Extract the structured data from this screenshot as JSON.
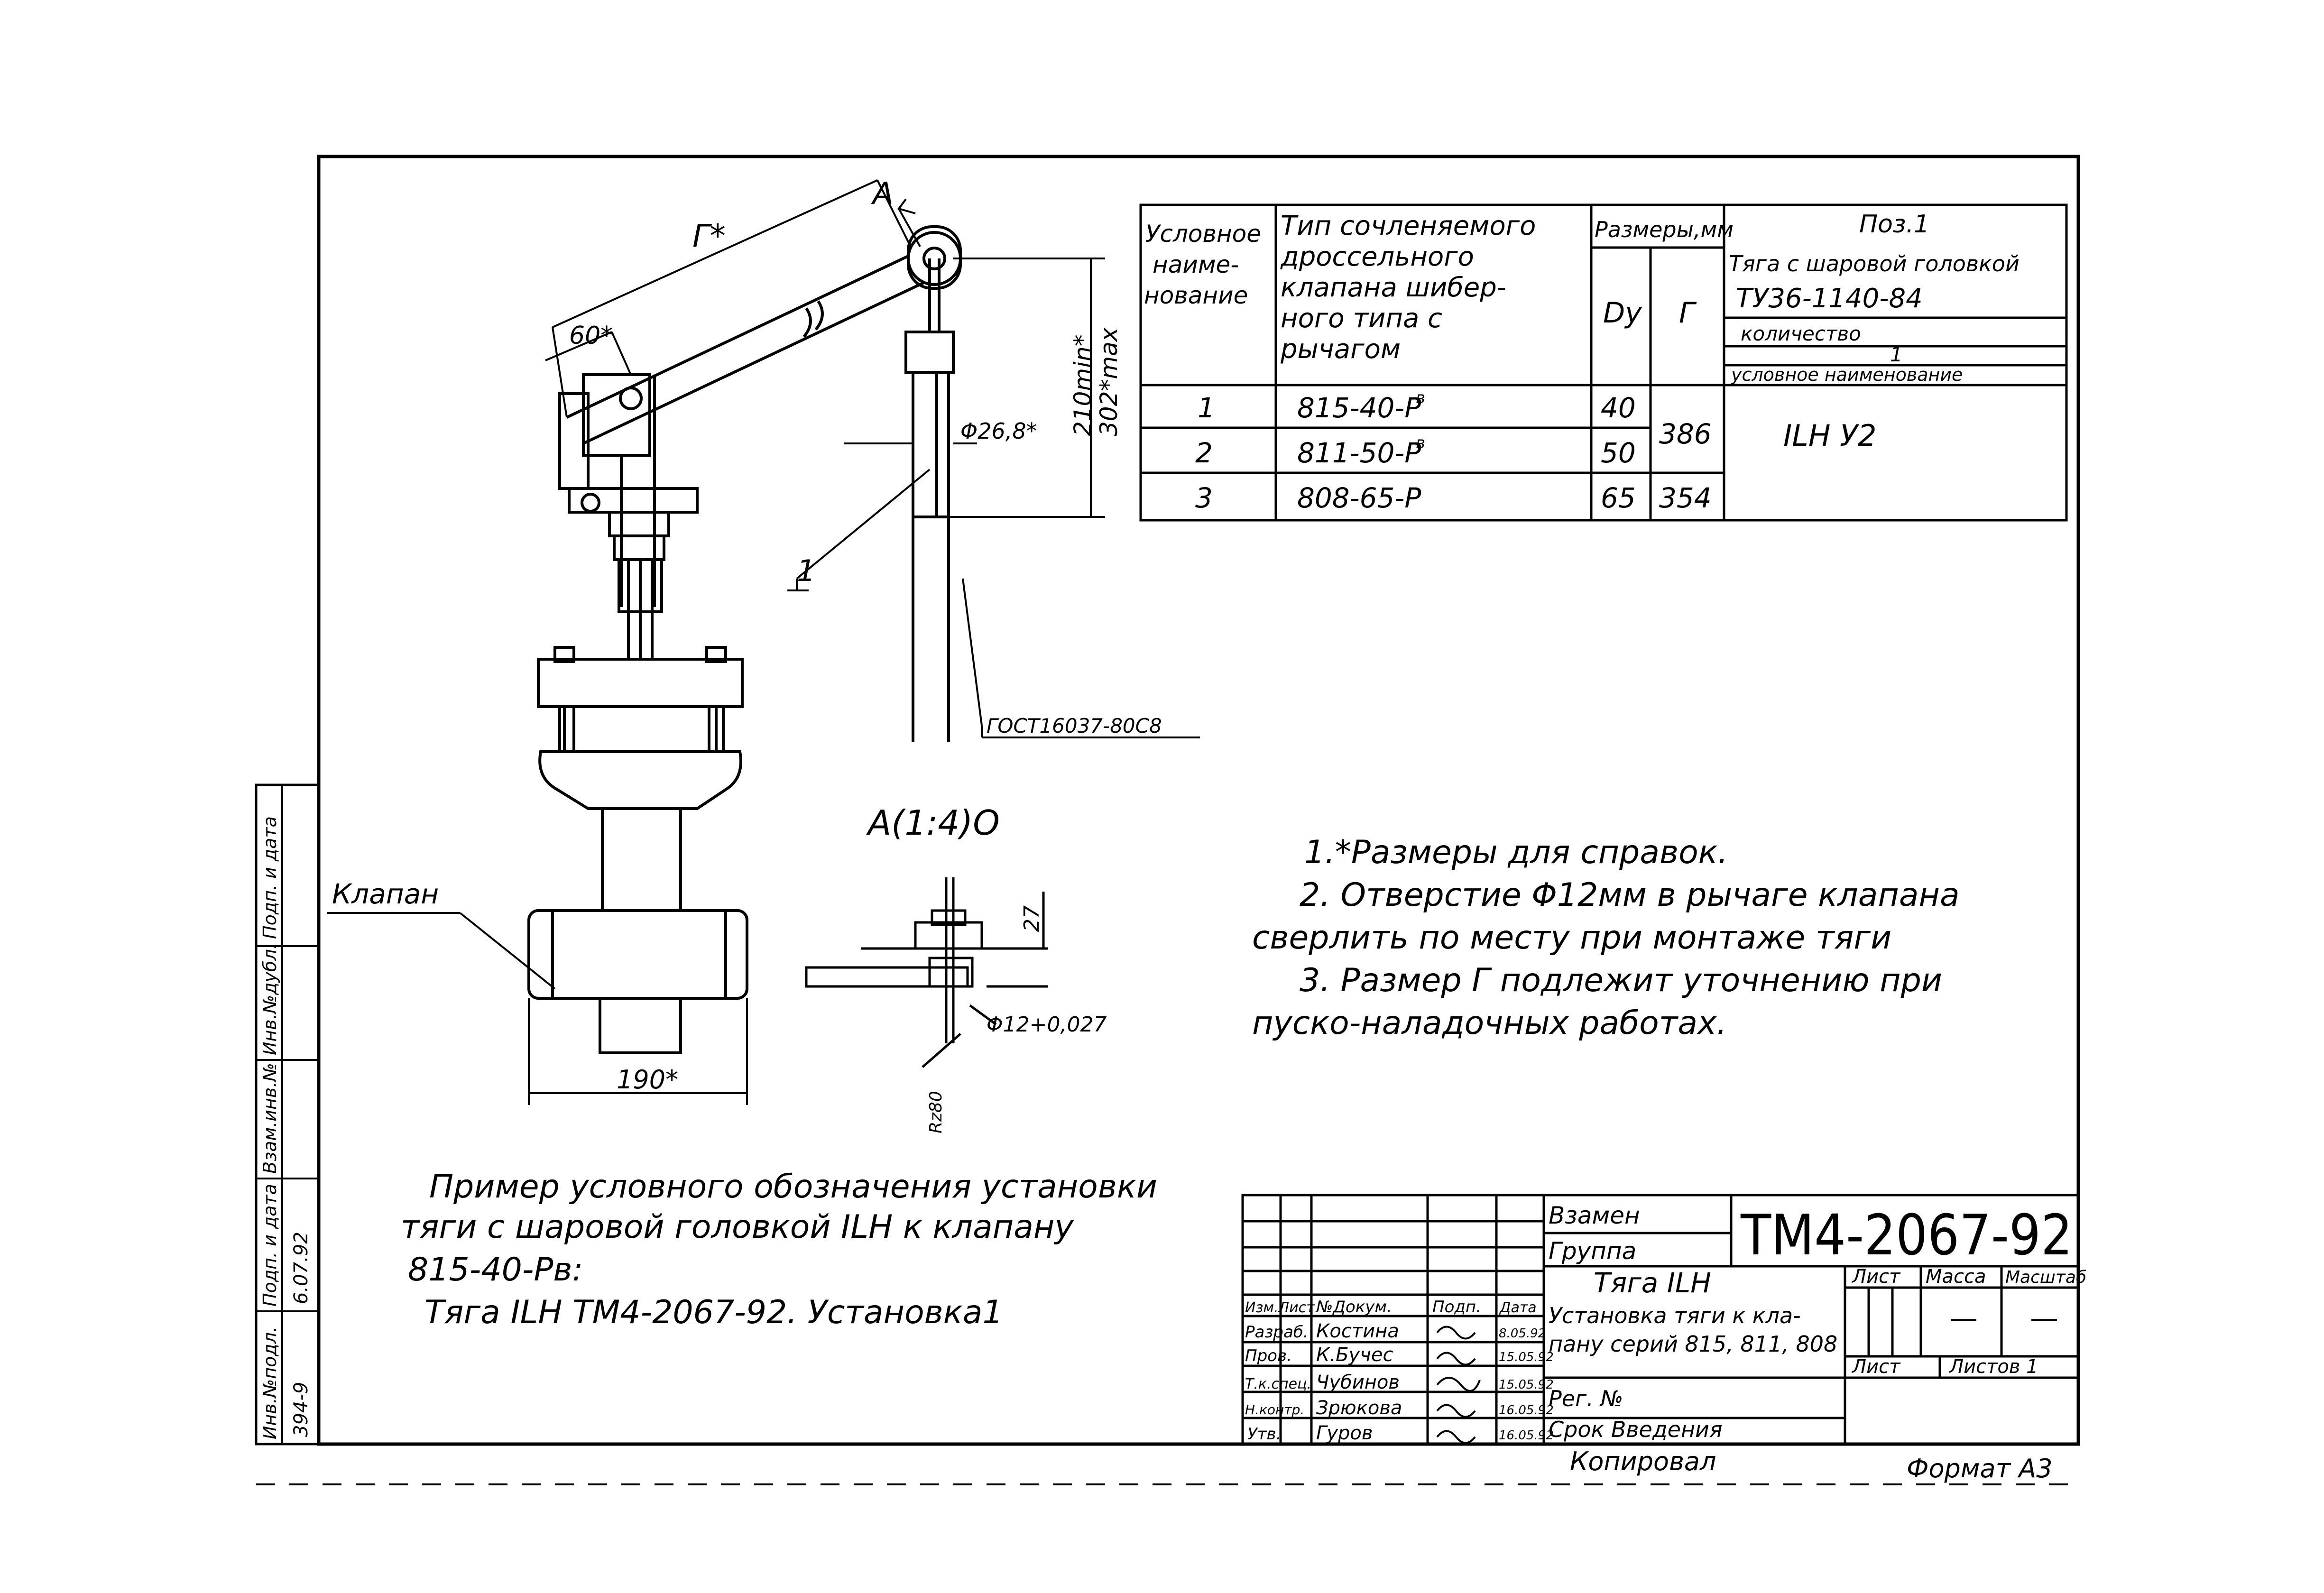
{
  "spec_table": {
    "headers": {
      "name": "Условное наиме-нование",
      "type": "Тип сочленяемого дроссельного клапана шибер-ного типа с рычагом",
      "sizes": "Размеры,мм",
      "dy": "Dy",
      "g": "Г",
      "pos": "Поз.1",
      "item_name": "Тяга с шаровой головкой",
      "item_spec": "ТУ36-1140-84",
      "qty_label": "количество",
      "qty_value": "1",
      "cond_label": "условное наименование",
      "cond_value": "ILH У2"
    },
    "rows": [
      {
        "n": "1",
        "type": "815-40-Р",
        "sup": "в",
        "dy": "40"
      },
      {
        "n": "2",
        "type": "811-50-Р",
        "sup": "в",
        "dy": "50"
      },
      {
        "n": "3",
        "type": "808-65-Р",
        "sup": "",
        "dy": "65"
      }
    ],
    "g_merged": "386",
    "g_row3": "354"
  },
  "drawing_labels": {
    "g_star": "Г*",
    "arrow_a": "А",
    "angle_60": "60*",
    "dim_210": "210min*",
    "dim_302": "302*max",
    "dia_268": "Φ26,8*",
    "pos_1": "1",
    "gost": "ГОСТ16037-80С8",
    "klapan": "Клапан",
    "dim_190": "190*",
    "view_a": "А(1:4)О",
    "dim_27": "27",
    "dia_12": "Φ12+0,027",
    "weld": "Rz80"
  },
  "notes": [
    "1.*Размеры для справок.",
    "2. Отверстие Φ12мм в рычаге клапана",
    "сверлить по месту при монтаже тяги",
    "3. Размер Г подлежит уточнению при",
    "пуско-наладочных работах."
  ],
  "example": [
    "Пример условного обозначения установки",
    "тяги с шаровой головкой ILH к клапану",
    "815-40-Рв:",
    "Тяга ILH ТМ4-2067-92. Установка1"
  ],
  "title_block": {
    "vzamen": "Взамен",
    "gruppa": "Группа",
    "code": "ТМ4-2067-92",
    "title_1": "Тяга ILH",
    "title_2": "Установка тяги к кла-",
    "title_3": "пану серий 815, 811, 808",
    "list": "Лист",
    "massa": "Масса",
    "masshtab": "Масштаб",
    "dash": "—",
    "list2": "Лист",
    "listov": "Листов 1",
    "reg": "Рег. №",
    "srok": "Срок Введения",
    "kopiroval": "Копировал",
    "format": "Формат А3",
    "stamp_rows": [
      {
        "role": "Изм.Лист",
        "name": "№Докум.",
        "sign": "Подп.",
        "date": "Дата"
      },
      {
        "role": "Разраб.",
        "name": "Костина",
        "sign": "",
        "date": "8.05.92"
      },
      {
        "role": "Пров.",
        "name": "К.Бучес",
        "sign": "",
        "date": "15.05.92"
      },
      {
        "role": "Т.к.спец.",
        "name": "Чубинов",
        "sign": "",
        "date": "15.05.92"
      },
      {
        "role": "Н.контр.",
        "name": "Зрюкова",
        "sign": "",
        "date": "16.05.92"
      },
      {
        "role": "Утв.",
        "name": "Гуров",
        "sign": "",
        "date": "16.05.92"
      }
    ]
  },
  "side_strip": {
    "labels": [
      "Подп. и дата",
      "Инв.№дубл.",
      "Взам.инв.№",
      "Подп. и дата",
      "Инв.№подл."
    ],
    "values": [
      "6.07.92",
      "394-9"
    ]
  }
}
